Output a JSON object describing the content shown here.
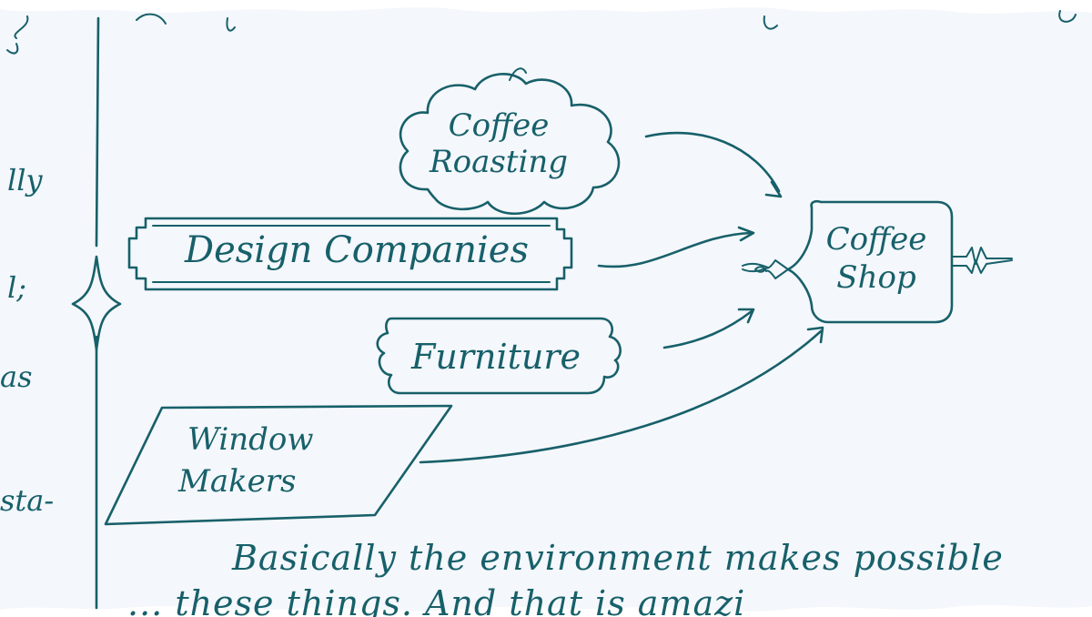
{
  "diagram": {
    "nodes": {
      "coffee_roasting": {
        "lines": [
          "Coffee",
          "Roasting"
        ],
        "shape": "cloud"
      },
      "design_companies": {
        "label": "Design Companies",
        "shape": "bracketed-rectangle"
      },
      "furniture": {
        "label": "Furniture",
        "shape": "scalloped-rectangle"
      },
      "window_makers": {
        "lines": [
          "Window",
          "Makers"
        ],
        "shape": "parallelogram"
      },
      "coffee_shop": {
        "lines": [
          "Coffee",
          "Shop"
        ],
        "shape": "ornate-box"
      }
    },
    "edges": [
      {
        "from": "coffee_roasting",
        "to": "coffee_shop"
      },
      {
        "from": "design_companies",
        "to": "coffee_shop"
      },
      {
        "from": "furniture",
        "to": "coffee_shop"
      },
      {
        "from": "window_makers",
        "to": "coffee_shop"
      }
    ]
  },
  "notes": {
    "line1": "Basically the environment makes possible",
    "line2": "... these things. And that is amazi",
    "margin_fragments": [
      "lly",
      "l;",
      "as",
      "sta-"
    ]
  },
  "colors": {
    "ink": "#17606a",
    "paper": "#ffffff"
  }
}
